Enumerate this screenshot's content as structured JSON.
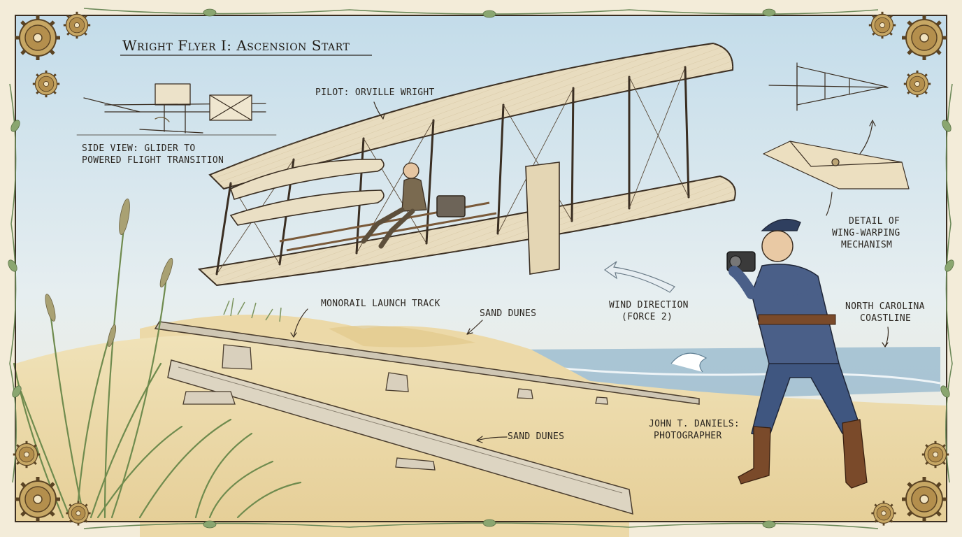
{
  "title": "Wright Flyer I: Ascension Start",
  "labels": {
    "side_view_line1": "SIDE VIEW: GLIDER TO",
    "side_view_line2": "POWERED FLIGHT TRANSITION",
    "pilot": "PILOT: ORVILLE WRIGHT",
    "detail_line1": "DETAIL OF",
    "detail_line2": "WING-WARPING",
    "detail_line3": "MECHANISM",
    "monorail": "MONORAIL LAUNCH TRACK",
    "sand_dunes_upper": "SAND DUNES",
    "wind_line1": "WIND DIRECTION",
    "wind_line2": "(FORCE 2)",
    "coast_line1": "NORTH CAROLINA",
    "coast_line2": "COASTLINE",
    "sand_dunes_lower": "SAND DUNES",
    "photographer_line1": "JOHN T. DANIELS:",
    "photographer_line2": "PHOTOGRAPHER"
  },
  "colors": {
    "sky": "#cfe3ee",
    "sand": "#efdcae",
    "sea": "#8fb3c9",
    "canvas": "#e8dcc0",
    "uniform": "#3f5680",
    "boots": "#7a4a2a",
    "brass": "#b08a4a",
    "vine": "#6d8a5a"
  }
}
